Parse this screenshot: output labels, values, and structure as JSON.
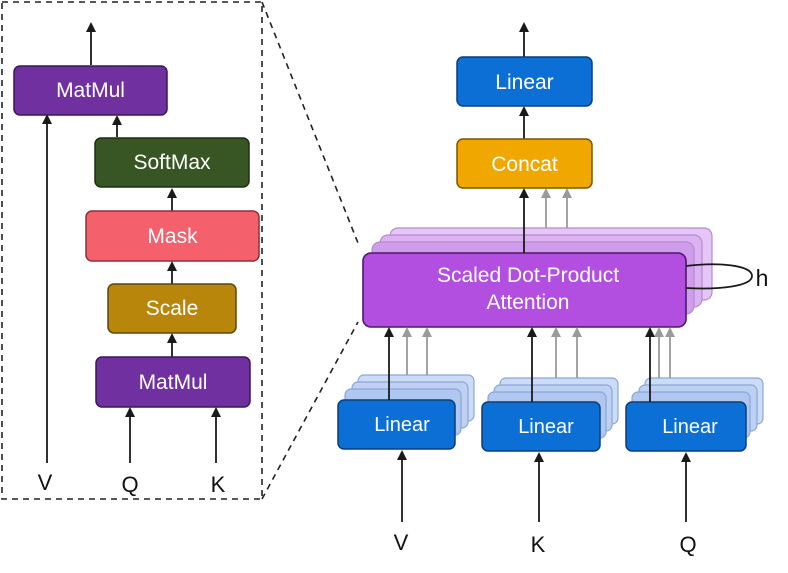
{
  "left_panel": {
    "matmul_top": "MatMul",
    "softmax": "SoftMax",
    "mask": "Mask",
    "scale": "Scale",
    "matmul_bottom": "MatMul",
    "inputs": {
      "v": "V",
      "q": "Q",
      "k": "K"
    }
  },
  "right_panel": {
    "linear_top": "Linear",
    "concat": "Concat",
    "attention_line1": "Scaled Dot-Product",
    "attention_line2": "Attention",
    "heads_label": "h",
    "linear_v": "Linear",
    "linear_k": "Linear",
    "linear_q": "Linear",
    "inputs": {
      "v": "V",
      "k": "K",
      "q": "Q"
    }
  },
  "colors": {
    "matmul": "#7030a0",
    "softmax": "#375623",
    "mask": "#f4606c",
    "scale": "#b8860b",
    "linear": "#0b6fd6",
    "concat": "#f0a800",
    "attention": "#b24fe0",
    "attention_stack": "#d7a8f0",
    "linear_stack": "#b9cff2"
  }
}
